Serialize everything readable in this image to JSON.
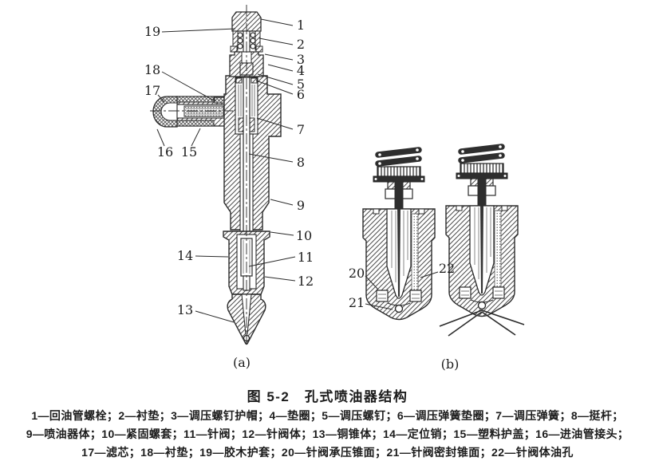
{
  "figure": {
    "caption": "图 5-2　孔式喷油器结构",
    "panel_labels": {
      "a": "(a)",
      "b": "(b)"
    },
    "callouts": {
      "a": [
        "1",
        "2",
        "3",
        "4",
        "5",
        "6",
        "7",
        "8",
        "9",
        "10",
        "11",
        "12",
        "13",
        "14",
        "15",
        "16",
        "17",
        "18",
        "19"
      ],
      "b": [
        "20",
        "21",
        "22"
      ]
    },
    "legend_lines": [
      "1—回油管螺栓；2—衬垫；3—调压螺钉护帽；4—垫圈；5—调压螺钉；6—调压弹簧垫圈；7—调压弹簧；8—挺杆；",
      "9—喷油器体；10—紧固螺套；11—针阀；12—针阀体；13—铜锥体；14—定位销；15—塑料护盖；16—进油管接头；",
      "17—滤芯；18—衬垫；19—胶木护套；20—针阀承压锥面；21—针阀密封锥面；22—针阀体油孔"
    ],
    "colors": {
      "ink": "#1c1c1c",
      "paper": "#ffffff"
    }
  }
}
